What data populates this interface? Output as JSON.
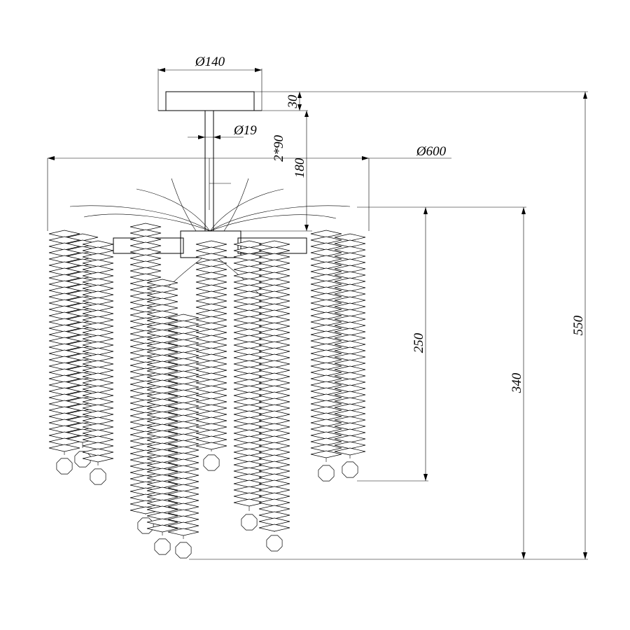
{
  "dimensions": {
    "canopy_diameter": "Ø140",
    "canopy_height": "30",
    "rod_diameter": "Ø19",
    "rod_length": "2*90",
    "frame_drop": "180",
    "overall_diameter": "Ø600",
    "short_strand_height": "250",
    "long_strand_height": "340",
    "overall_height": "550"
  },
  "colors": {
    "line": "#000000",
    "background": "#ffffff"
  }
}
